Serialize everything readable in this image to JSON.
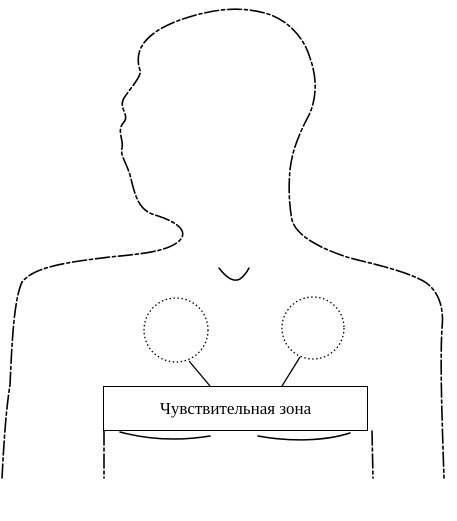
{
  "diagram": {
    "label": "Чувствительная зона",
    "line_color": "#000000",
    "background": "#ffffff",
    "icons": [
      "human-silhouette-outline",
      "sensitive-zone-circle"
    ]
  }
}
